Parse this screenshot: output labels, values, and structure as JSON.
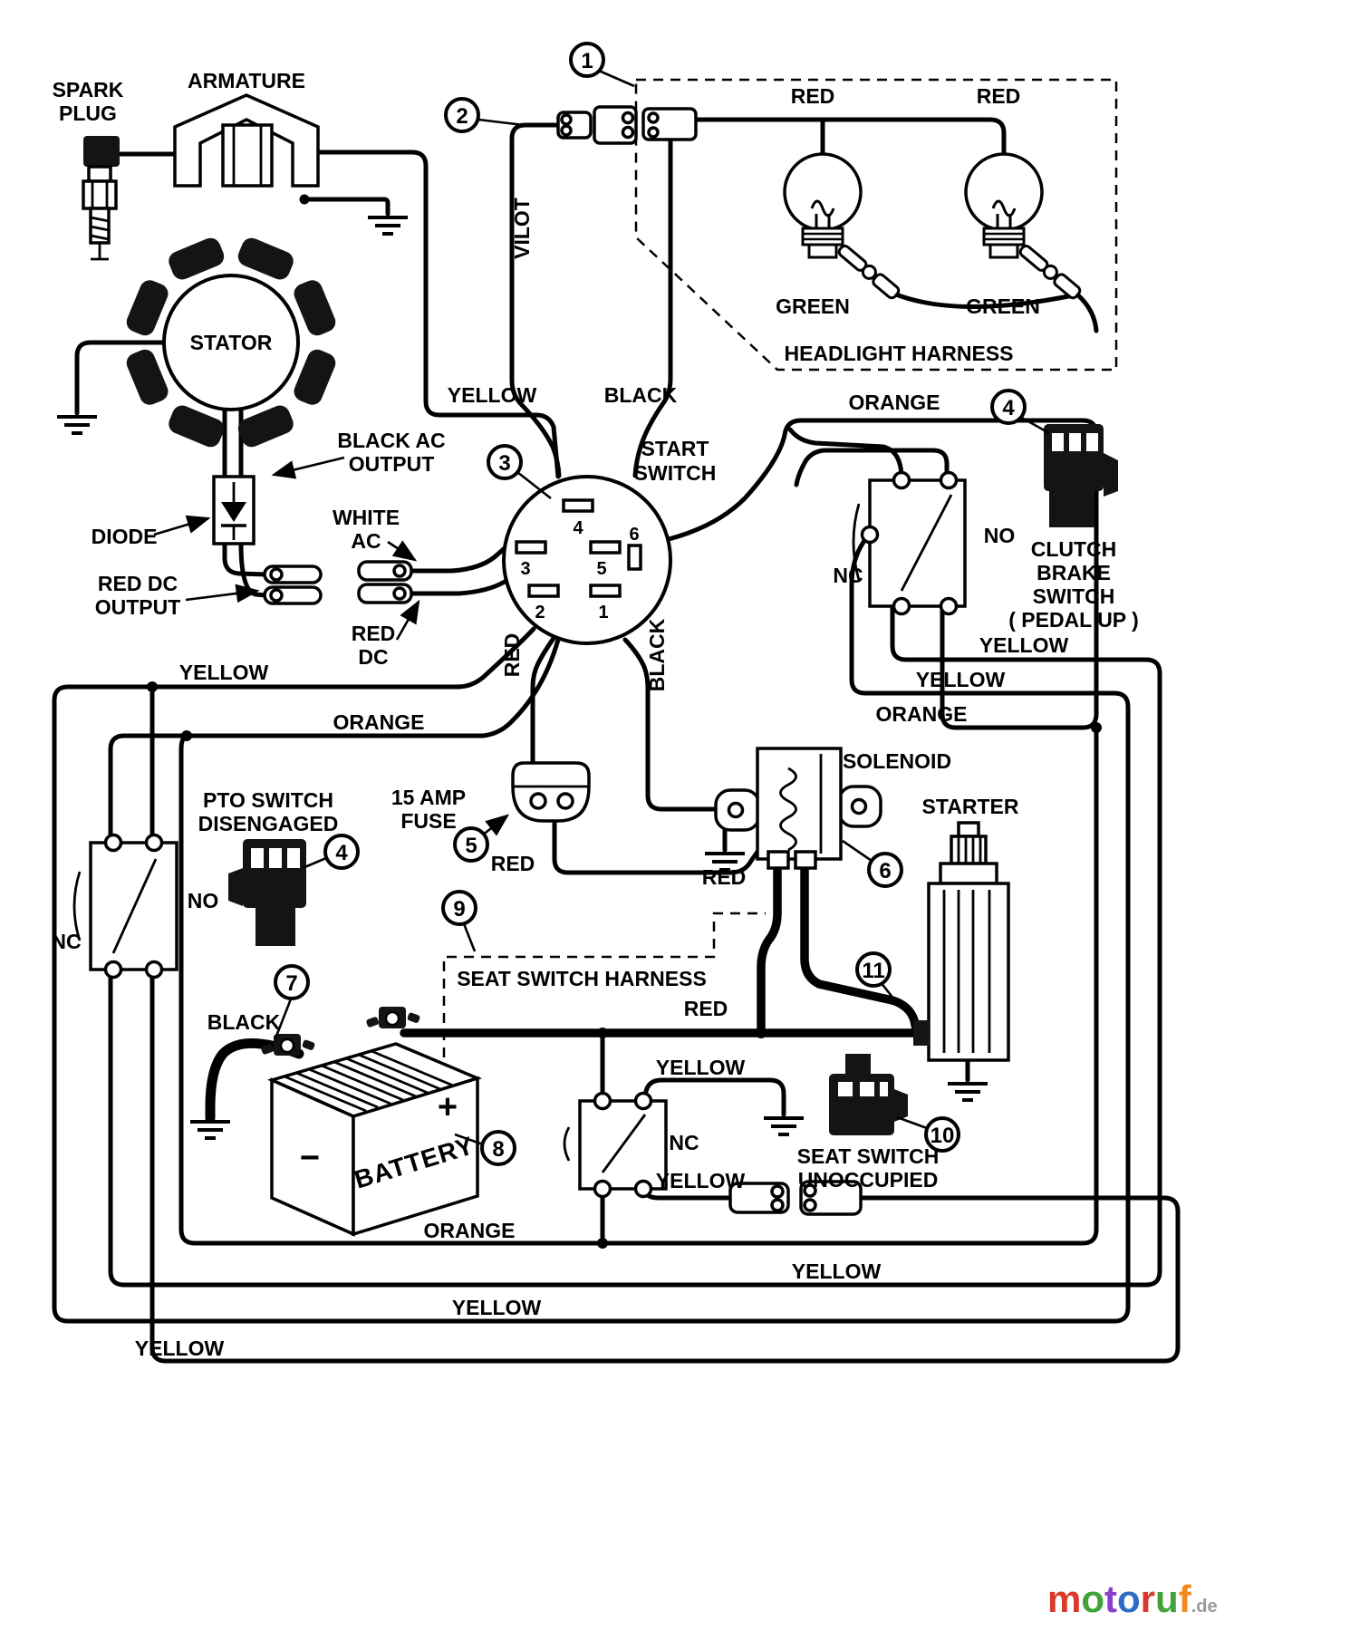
{
  "colors": {
    "line": "#000000",
    "background": "#ffffff"
  },
  "labels": {
    "spark1": "SPARK",
    "spark2": "PLUG",
    "armature": "ARMATURE",
    "stator": "STATOR",
    "diode": "DIODE",
    "black_ac1": "BLACK AC",
    "black_ac2": "OUTPUT",
    "red_dc_out1": "RED DC",
    "red_dc_out2": "OUTPUT",
    "white_ac1": "WHITE",
    "white_ac2": "AC",
    "red_dc1": "RED",
    "red_dc2": "DC",
    "start1": "START",
    "start2": "SWITCH",
    "headlight_harness": "HEADLIGHT HARNESS",
    "vilot": "VILOT",
    "red_hl_left": "RED",
    "red_hl_right": "RED",
    "green_hl_left": "GREEN",
    "green_hl_right": "GREEN",
    "yellow_top": "YELLOW",
    "black_top": "BLACK",
    "orange_top": "ORANGE",
    "clutch1": "CLUTCH",
    "clutch2": "BRAKE",
    "clutch3": "SWITCH",
    "clutch4": "( PEDAL UP )",
    "no_right": "NO",
    "nc_right": "NC",
    "yellow_right1": "YELLOW",
    "yellow_right2": "YELLOW",
    "orange_right": "ORANGE",
    "yellow_left": "YELLOW",
    "orange_left": "ORANGE",
    "red_vert": "RED",
    "black_vert": "BLACK",
    "pto1": "PTO SWITCH",
    "pto2": "DISENGAGED",
    "no_left": "NO",
    "nc_left": "NC",
    "fuse1": "15 AMP",
    "fuse2": "FUSE",
    "solenoid": "SOLENOID",
    "starter": "STARTER",
    "red_fuse": "RED",
    "red_solenoid": "RED",
    "seat_harness": "SEAT SWITCH HARNESS",
    "red_battery": "RED",
    "black_battery": "BLACK",
    "battery": "BATTERY",
    "plus": "+",
    "minus": "−",
    "yellow_seat_top": "YELLOW",
    "nc_seat": "NC",
    "yellow_seat_bottom": "YELLOW",
    "seat1": "SEAT SWITCH",
    "seat2": "UNOCCUPIED",
    "orange_bottom": "ORANGE",
    "yellow_bottom1": "YELLOW",
    "yellow_bottom2": "YELLOW",
    "yellow_bottom3": "YELLOW"
  },
  "callouts": {
    "c1": "1",
    "c2": "2",
    "c3": "3",
    "c4": "4",
    "c5": "5",
    "c6": "6",
    "c7": "7",
    "c8": "8",
    "c9": "9",
    "c10": "10",
    "c11": "11"
  },
  "terminals": {
    "t1": "1",
    "t2": "2",
    "t3": "3",
    "t4": "4",
    "t5": "5",
    "t6": "6"
  },
  "watermark": {
    "letters": [
      "m",
      "o",
      "t",
      "o",
      "r",
      "u",
      "f"
    ],
    "letter_colors": [
      "#d93a2b",
      "#3fa33a",
      "#8a3fc9",
      "#2f6ac4",
      "#d93a2b",
      "#3fa33a",
      "#f08a1d"
    ],
    "suffix": ".de"
  }
}
